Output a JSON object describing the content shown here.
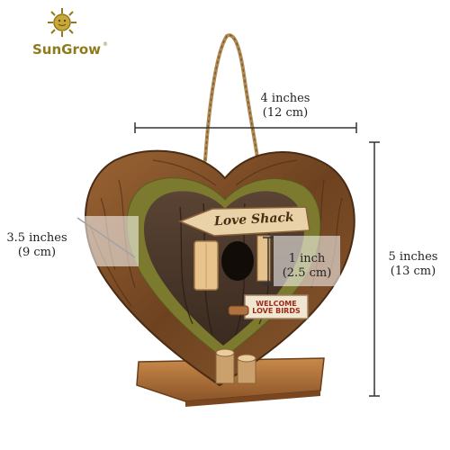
{
  "brand": {
    "name": "SunGrow",
    "mark": "®"
  },
  "dimensions": {
    "width": "4 inches\n(12 cm)",
    "depth": "3.5 inches\n(9 cm)",
    "hole": "1 inch\n(2.5 cm)",
    "height": "5 inches\n(13 cm)"
  },
  "signs": {
    "top": "Love Shack",
    "bottom_line1": "WELCOME",
    "bottom_line2": "LOVE BIRDS"
  },
  "colors": {
    "brand": "#8f7a1d",
    "bark": "#7a4a22",
    "bark_dark": "#3e2a1c",
    "moss": "#7b7a2e",
    "wood_light": "#e8c48c",
    "sign_red": "#9a2a1e",
    "dimension_line": "#333333"
  }
}
